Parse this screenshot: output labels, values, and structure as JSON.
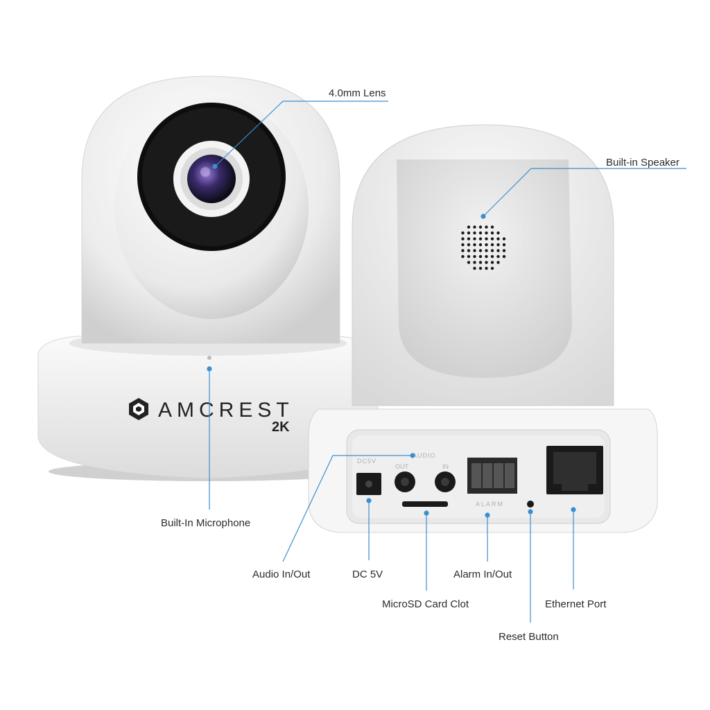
{
  "brand": {
    "name": "AMCREST",
    "model_badge": "2K"
  },
  "colors": {
    "leader_line": "#3a8fd0",
    "device_body": "#f2f2f2",
    "lens_ring": "#111111",
    "port_panel": "#e6e6e6"
  },
  "port_panel_labels": {
    "dc": "DC5V",
    "audio": "AUDIO",
    "out": "OUT",
    "in": "IN",
    "alarm": "ALARM"
  },
  "callouts": {
    "lens": "4.0mm Lens",
    "speaker": "Built-in Speaker",
    "microphone": "Built-In Microphone",
    "audio": "Audio In/Out",
    "dc": "DC 5V",
    "alarm": "Alarm In/Out",
    "microsd": "MicroSD Card Clot",
    "ethernet": "Ethernet Port",
    "reset": "Reset Button"
  }
}
